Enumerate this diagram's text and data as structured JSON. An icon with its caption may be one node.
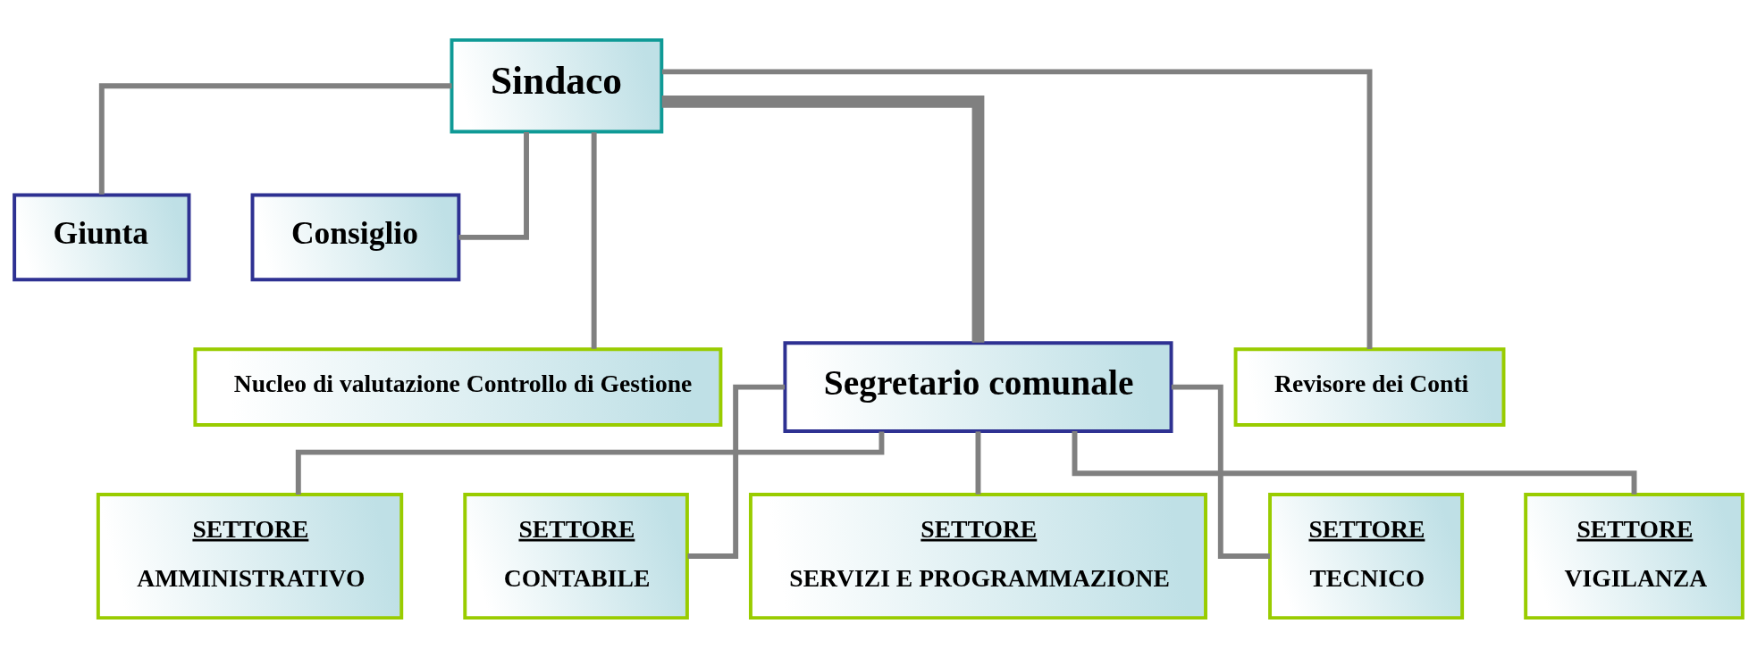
{
  "diagram": {
    "nodes": [
      {
        "text": [
          "Sindaco"
        ]
      },
      {
        "text": [
          "Giunta"
        ]
      },
      {
        "text": [
          "Consiglio"
        ]
      },
      {
        "text": [
          "Nucleo di valutazione Controllo di Gestione"
        ]
      },
      {
        "text": [
          "Segretario comunale"
        ]
      },
      {
        "text": [
          "Revisore dei Conti"
        ]
      },
      {
        "text": [
          "SETTORE",
          "AMMINISTRATIVO"
        ]
      },
      {
        "text": [
          "SETTORE",
          "CONTABILE"
        ]
      },
      {
        "text": [
          "SETTORE",
          "SERVIZI E PROGRAMMAZIONE"
        ]
      },
      {
        "text": [
          "SETTORE",
          "TECNICO"
        ]
      },
      {
        "text": [
          "SETTORE",
          "VIGILANZA"
        ]
      }
    ],
    "edges": [
      {
        "from": 0,
        "to": 1,
        "arrow": "none"
      },
      {
        "from": 0,
        "to": 2,
        "arrow": "none"
      },
      {
        "from": 0,
        "to": 3,
        "arrow": "none"
      },
      {
        "from": 0,
        "to": 4,
        "arrow": "none",
        "style": "thick"
      },
      {
        "from": 0,
        "to": 5,
        "arrow": "none"
      },
      {
        "from": 4,
        "to": 6,
        "arrow": "none"
      },
      {
        "from": 4,
        "to": 7,
        "arrow": "none"
      },
      {
        "from": 4,
        "to": 8,
        "arrow": "none"
      },
      {
        "from": 4,
        "to": 9,
        "arrow": "none"
      },
      {
        "from": 4,
        "to": 10,
        "arrow": "none"
      }
    ]
  }
}
